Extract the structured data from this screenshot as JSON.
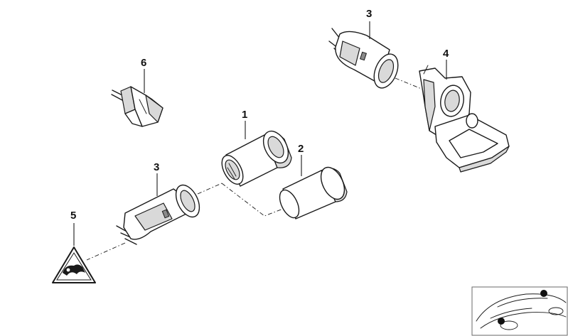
{
  "labels": {
    "part_1": "1",
    "part_2": "2",
    "part_3_top": "3",
    "part_3_bottom": "3",
    "part_4": "4",
    "part_5": "5",
    "part_6": "6"
  },
  "icons": {
    "warning_sign": "warning-triangle-icon",
    "car_thumbnail": "car-location-icon"
  },
  "colors": {
    "line": "#1a1a1a",
    "shade": "#d9d9d9",
    "dark_shade": "#8a8a8a",
    "background": "#ffffff"
  }
}
